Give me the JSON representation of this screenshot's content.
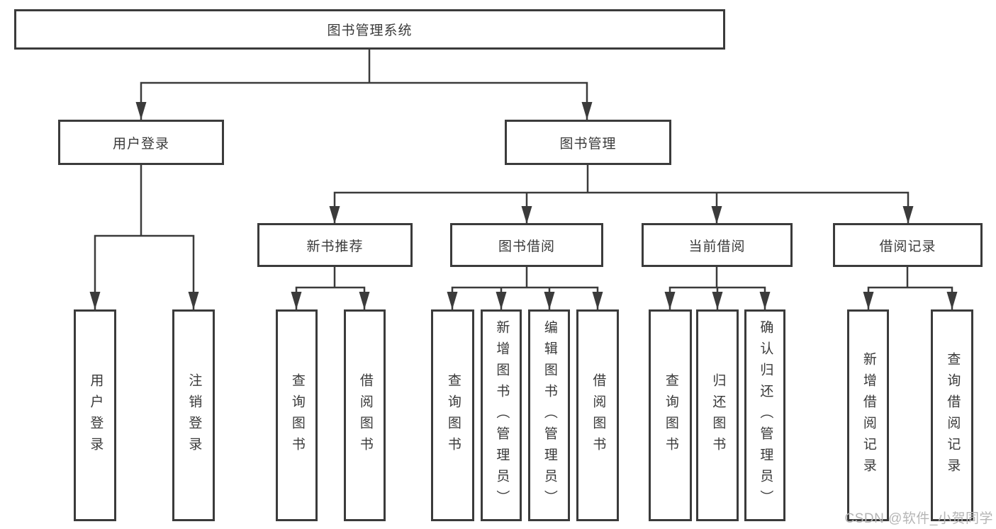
{
  "diagram_title": "图书管理系统",
  "watermark": "CSDN @软件_小贺同学",
  "colors": {
    "line": "#3b3b3b",
    "text": "#3a3a3a",
    "background": "#ffffff",
    "watermark": "#b5b5b5"
  },
  "tree": {
    "label": "图书管理系统",
    "children": [
      {
        "label": "用户登录",
        "children": [
          {
            "label": "用户登录"
          },
          {
            "label": "注销登录"
          }
        ]
      },
      {
        "label": "图书管理",
        "children": [
          {
            "label": "新书推荐",
            "children": [
              {
                "label": "查询图书"
              },
              {
                "label": "借阅图书"
              }
            ]
          },
          {
            "label": "图书借阅",
            "children": [
              {
                "label": "查询图书"
              },
              {
                "label": "新增图书（管理员）"
              },
              {
                "label": "编辑图书（管理员）"
              },
              {
                "label": "借阅图书"
              }
            ]
          },
          {
            "label": "当前借阅",
            "children": [
              {
                "label": "查询图书"
              },
              {
                "label": "归还图书"
              },
              {
                "label": "确认归还（管理员）"
              }
            ]
          },
          {
            "label": "借阅记录",
            "children": [
              {
                "label": "新增借阅记录"
              },
              {
                "label": "查询借阅记录"
              }
            ]
          }
        ]
      }
    ]
  }
}
